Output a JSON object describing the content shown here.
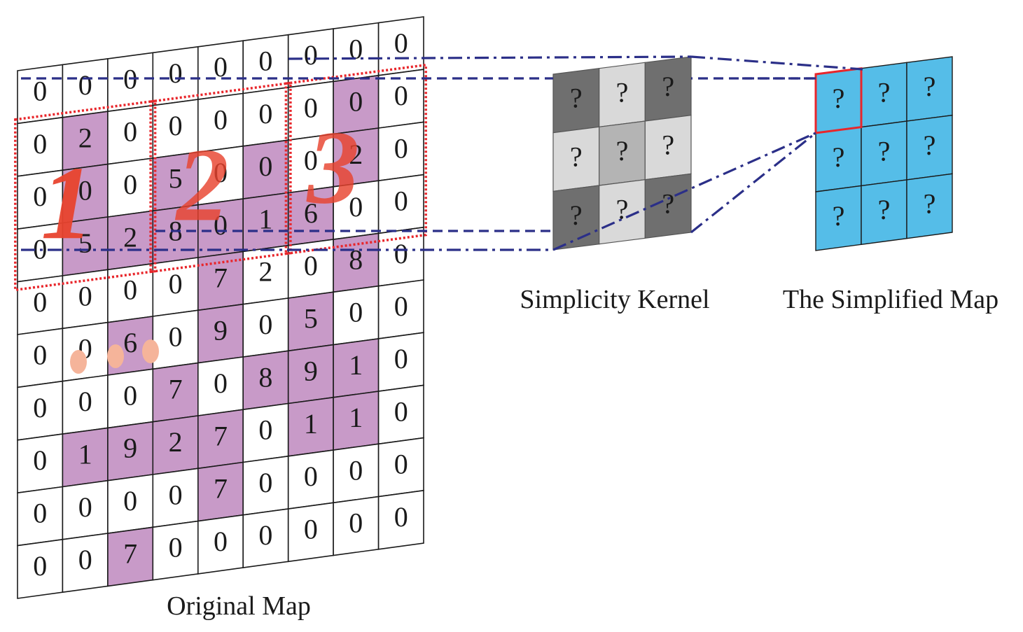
{
  "original_map": {
    "caption": "Original Map",
    "grid": [
      [
        "0",
        "0",
        "0",
        "0",
        "0",
        "0",
        "0",
        "0",
        "0"
      ],
      [
        "0",
        "2",
        "0",
        "0",
        "0",
        "0",
        "0",
        "0",
        "0"
      ],
      [
        "0",
        "0",
        "0",
        "5",
        "0",
        "0",
        "0",
        "2",
        "0"
      ],
      [
        "0",
        "5",
        "2",
        "8",
        "0",
        "1",
        "6",
        "0",
        "0"
      ],
      [
        "0",
        "0",
        "0",
        "0",
        "7",
        "2",
        "0",
        "8",
        "0"
      ],
      [
        "0",
        "0",
        "6",
        "0",
        "9",
        "0",
        "5",
        "0",
        "0"
      ],
      [
        "0",
        "0",
        "0",
        "7",
        "0",
        "8",
        "9",
        "1",
        "0"
      ],
      [
        "0",
        "1",
        "9",
        "2",
        "7",
        "0",
        "1",
        "1",
        "0"
      ],
      [
        "0",
        "0",
        "0",
        "0",
        "7",
        "0",
        "0",
        "0",
        "0"
      ],
      [
        "0",
        "0",
        "7",
        "0",
        "0",
        "0",
        "0",
        "0",
        "0"
      ]
    ],
    "highlighted": [
      [
        1,
        1
      ],
      [
        2,
        1
      ],
      [
        3,
        1
      ],
      [
        3,
        2
      ],
      [
        2,
        3
      ],
      [
        3,
        3
      ],
      [
        3,
        4
      ],
      [
        3,
        5
      ],
      [
        2,
        5
      ],
      [
        1,
        7
      ],
      [
        2,
        7
      ],
      [
        3,
        6
      ],
      [
        4,
        7
      ],
      [
        4,
        4
      ],
      [
        5,
        4
      ],
      [
        5,
        2
      ],
      [
        6,
        3
      ],
      [
        6,
        5
      ],
      [
        5,
        6
      ],
      [
        6,
        6
      ],
      [
        6,
        7
      ],
      [
        7,
        1
      ],
      [
        7,
        2
      ],
      [
        7,
        3
      ],
      [
        7,
        4
      ],
      [
        7,
        6
      ],
      [
        7,
        7
      ],
      [
        8,
        4
      ],
      [
        9,
        2
      ]
    ],
    "step_labels": [
      "1",
      "2",
      "3"
    ],
    "colors": {
      "highlight": "#c89ac8",
      "step": "#e8432e",
      "window": "#e8262b",
      "ellipsis": "#f5b49a"
    }
  },
  "kernel": {
    "caption": "Simplicity Kernel",
    "cells": [
      [
        "?",
        "?",
        "?"
      ],
      [
        "?",
        "?",
        "?"
      ],
      [
        "?",
        "?",
        "?"
      ]
    ],
    "shades": [
      [
        "#6f6f6f",
        "#d9d9d9",
        "#6f6f6f"
      ],
      [
        "#d9d9d9",
        "#b4b4b4",
        "#d9d9d9"
      ],
      [
        "#6f6f6f",
        "#d9d9d9",
        "#6f6f6f"
      ]
    ]
  },
  "simplified_map": {
    "caption": "The Simplified Map",
    "cells": [
      [
        "?",
        "?",
        "?"
      ],
      [
        "?",
        "?",
        "?"
      ],
      [
        "?",
        "?",
        "?"
      ]
    ],
    "fill": "#55bde8",
    "selected_border": "#e8262b"
  },
  "connector_color": "#2b2f88"
}
